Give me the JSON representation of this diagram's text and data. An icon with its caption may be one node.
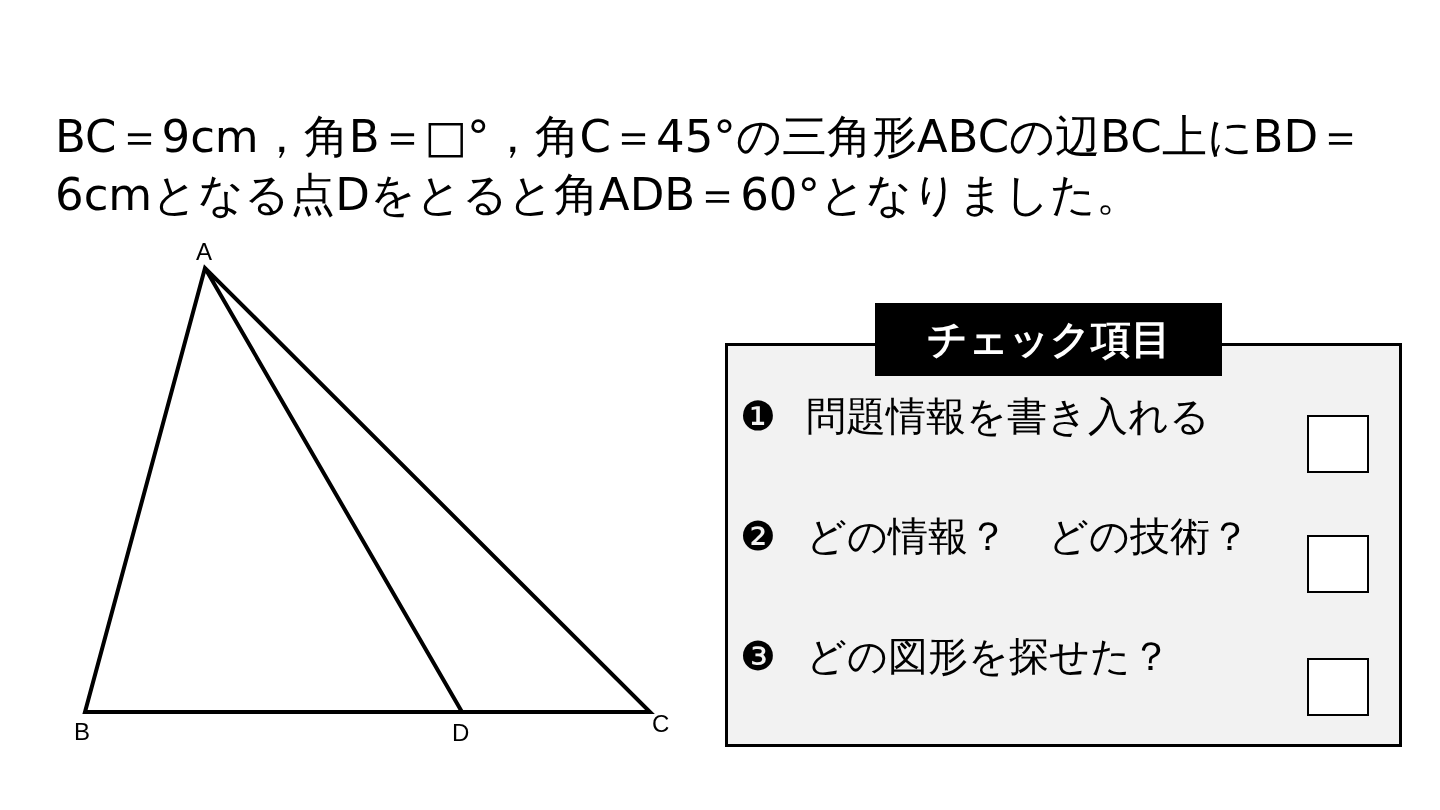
{
  "diagram": {
    "nodes": [
      {
        "text": [
          "チェック項目",
          "❶",
          "問題情報を書き入れる",
          "❷",
          "どの情報？　どの技術？",
          "❸",
          "どの図形を探せた？"
        ]
      },
      {
        "text": [],
        "shape": "box",
        "in": 0
      },
      {
        "text": [],
        "shape": "box",
        "in": 0
      },
      {
        "text": [],
        "shape": "box",
        "in": 0
      }
    ],
    "edges": [],
    "labels": [
      "BC＝9cm，角B＝□°，角C＝45°の三角形ABCの辺BC上にBD＝6cmとなる点Dをとると角ADB＝60°となりました。",
      "A",
      "B",
      "D",
      "C"
    ]
  }
}
